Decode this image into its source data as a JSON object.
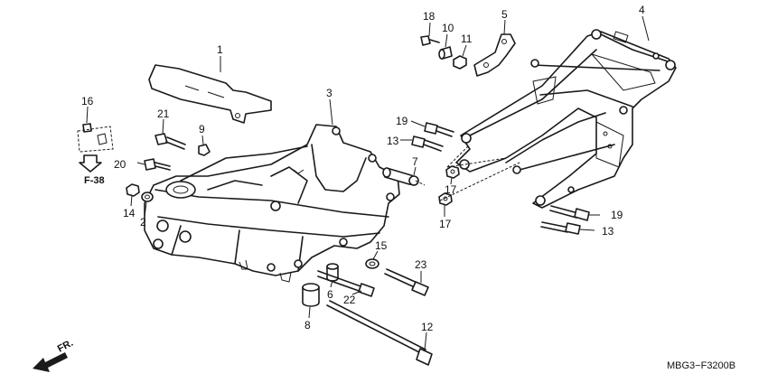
{
  "callouts": [
    "1",
    "2",
    "3",
    "4",
    "5",
    "6",
    "7",
    "8",
    "9",
    "10",
    "11",
    "12",
    "13",
    "13",
    "14",
    "15",
    "16",
    "17",
    "17",
    "18",
    "19",
    "19",
    "20",
    "21",
    "22",
    "23"
  ],
  "section_ref": "F-38",
  "direction_label": "FR.",
  "diagram_code": "MBG3−F3200B"
}
